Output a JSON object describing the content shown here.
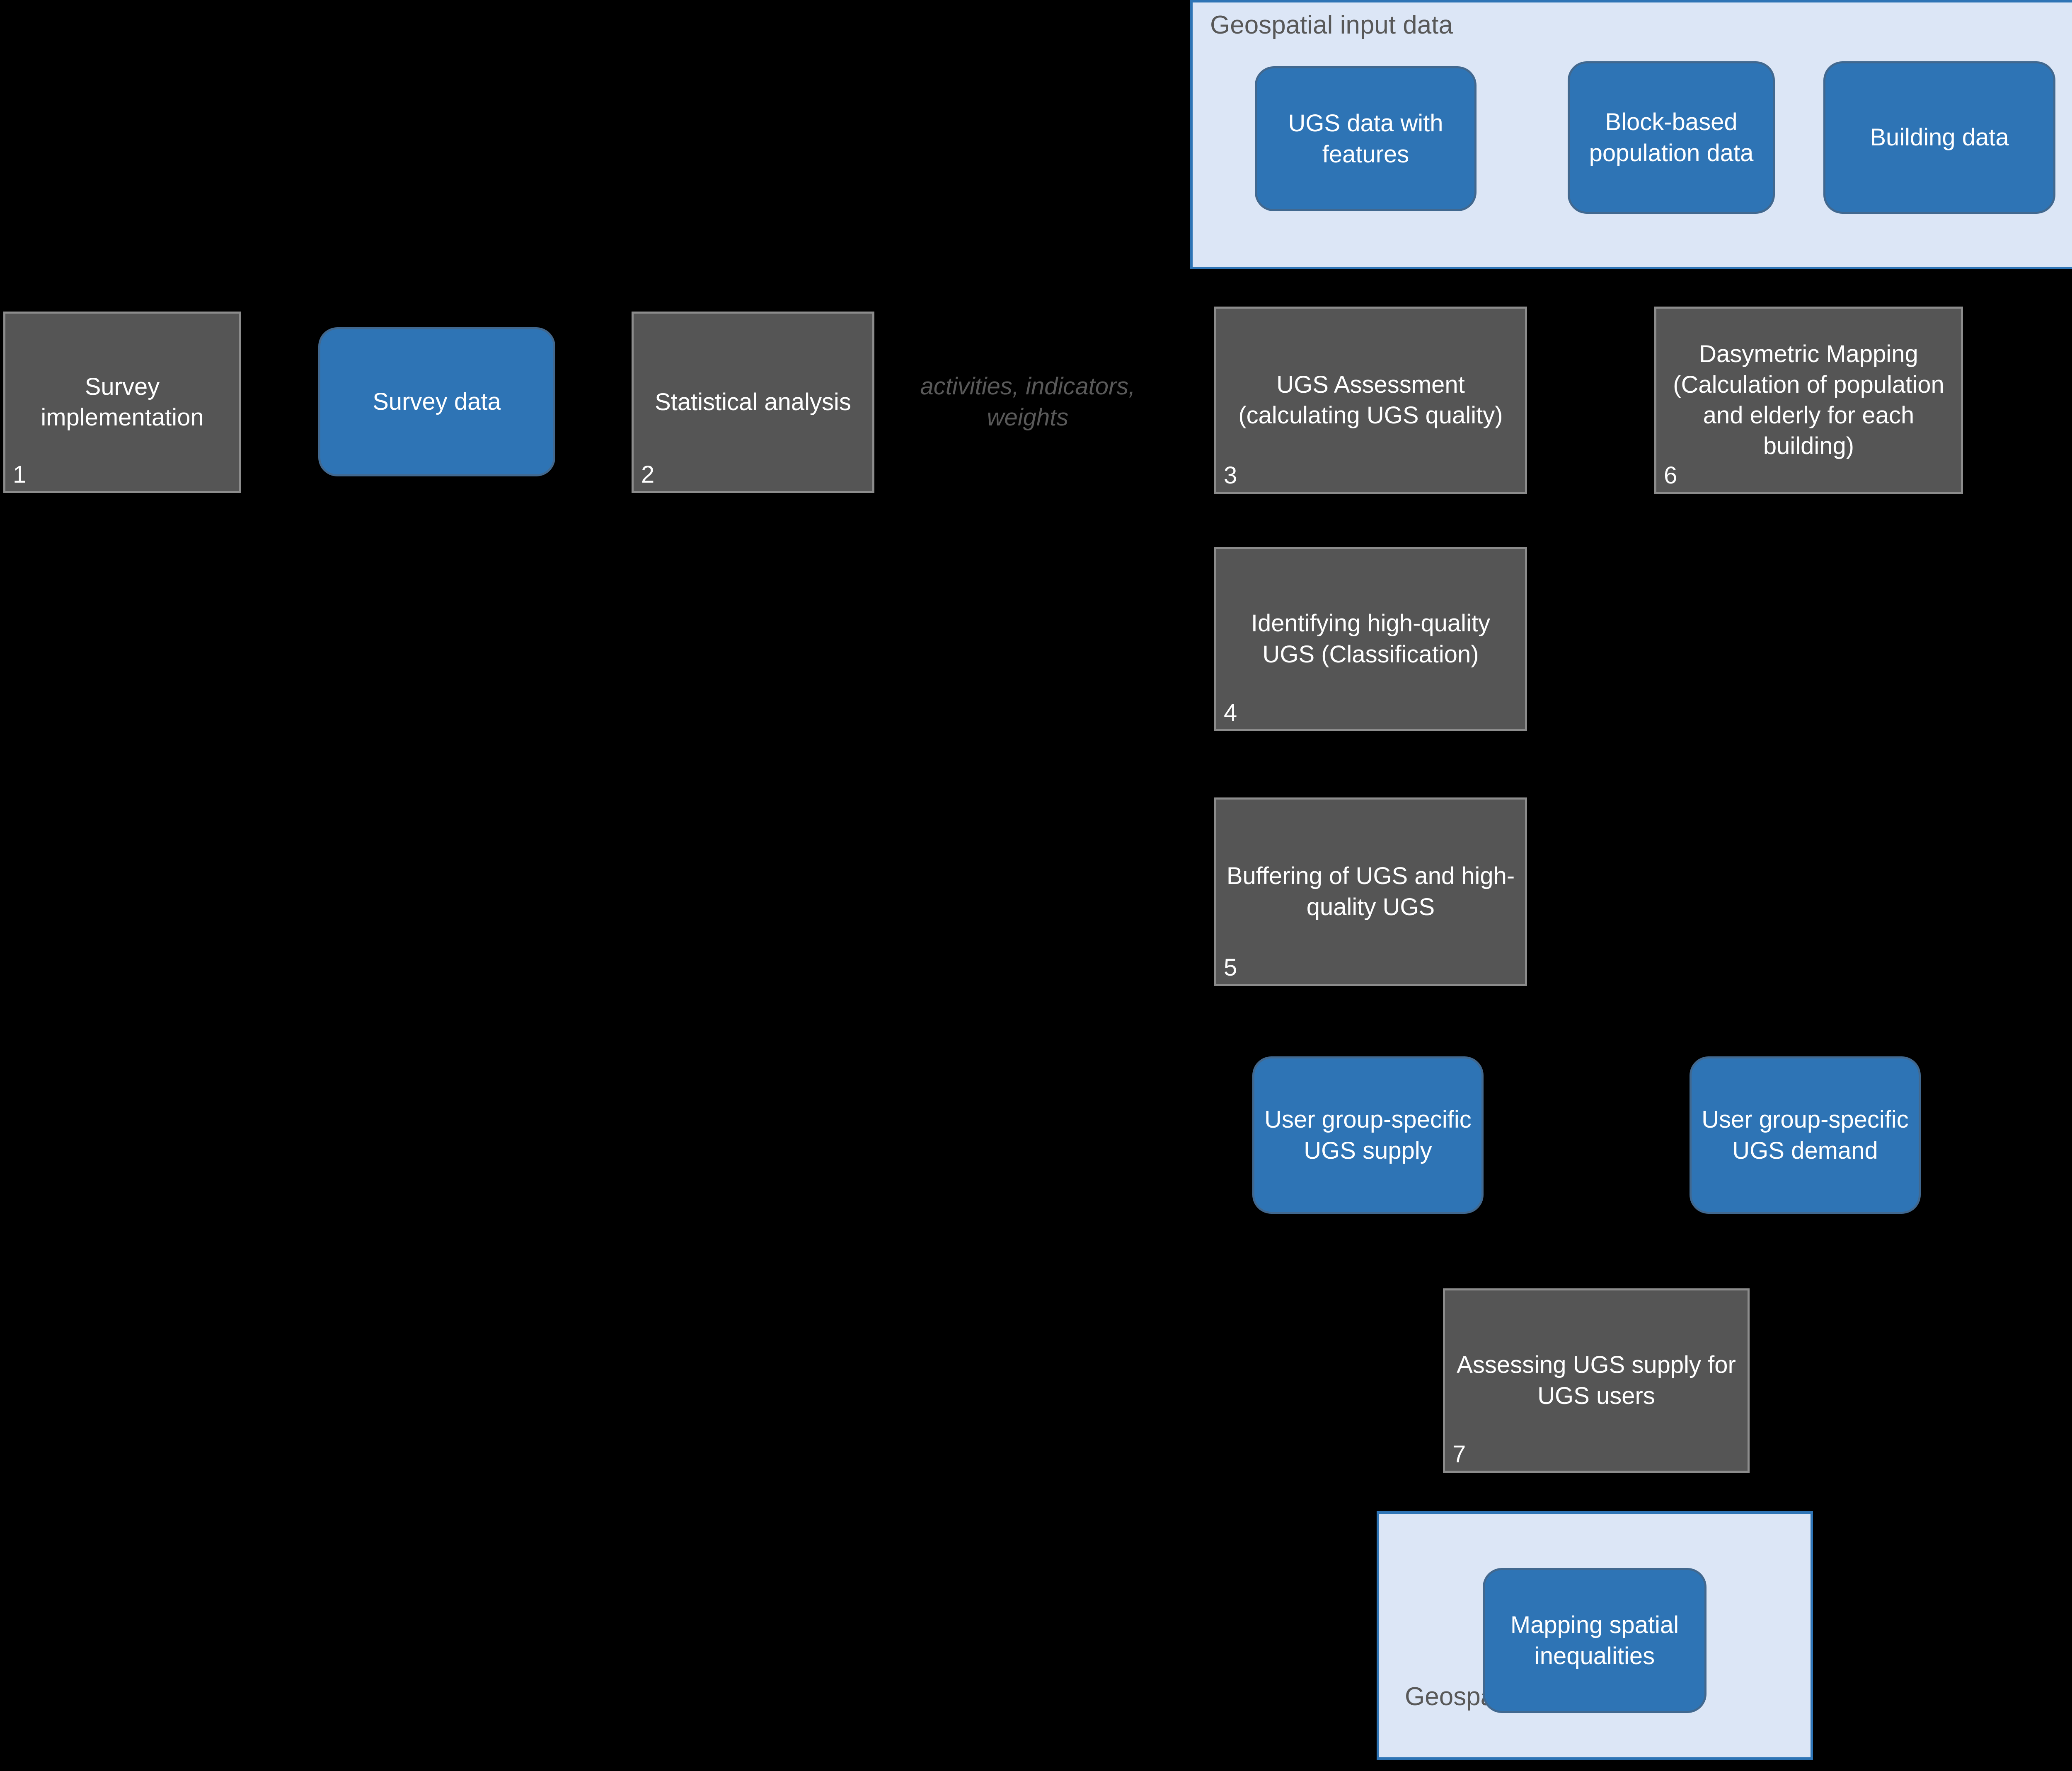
{
  "diagram": {
    "title_absent": true,
    "background_color": "#000000",
    "accent_blue": "#2e74b5",
    "process_gray": "#555555",
    "panel_fill": "#dce6f6",
    "panel_border": "#2e74b5",
    "annotation_color": "#595959"
  },
  "panels": {
    "input": {
      "label": "Geospatial input data",
      "boxes": [
        {
          "label": "UGS data with features"
        },
        {
          "label": "Block-based population data"
        },
        {
          "label": "Building data"
        }
      ]
    },
    "output": {
      "label": "Geospatial output data",
      "boxes": [
        {
          "label": "Mapping spatial inequalities"
        }
      ]
    }
  },
  "process_steps": [
    {
      "number": "1",
      "label": "Survey implementation"
    },
    {
      "number": "2",
      "label": "Statistical analysis"
    },
    {
      "number": "3",
      "label": "UGS Assessment (calculating UGS quality)"
    },
    {
      "number": "4",
      "label": "Identifying high-quality UGS (Classification)"
    },
    {
      "number": "5",
      "label": "Buffering of UGS and high-quality UGS"
    },
    {
      "number": "6",
      "label": "Dasymetric Mapping (Calculation of population and elderly for each building)"
    },
    {
      "number": "7",
      "label": "Assessing UGS supply for UGS users"
    }
  ],
  "data_objects": [
    {
      "label": "Survey data"
    },
    {
      "label": "User group-specific UGS supply"
    },
    {
      "label": "User group-specific UGS demand"
    }
  ],
  "annotations": [
    {
      "text": "activities, indicators, weights"
    }
  ]
}
